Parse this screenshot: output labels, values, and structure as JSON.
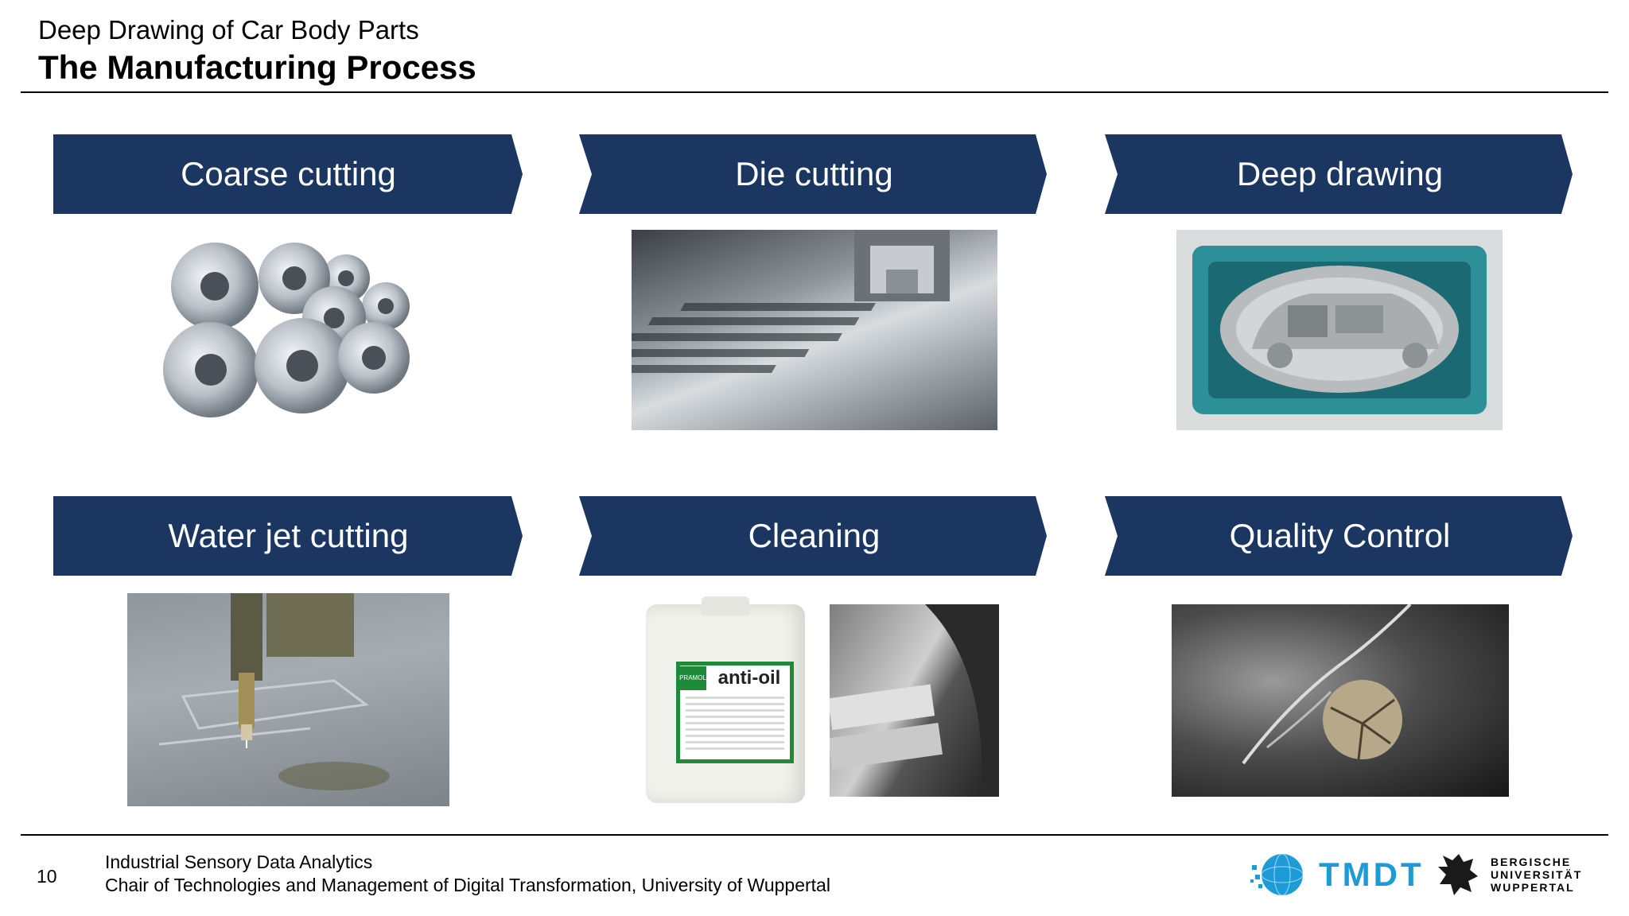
{
  "header": {
    "subtitle": "Deep Drawing of Car Body Parts",
    "title": "The Manufacturing Process"
  },
  "steps": [
    {
      "label": "Coarse cutting"
    },
    {
      "label": "Die cutting"
    },
    {
      "label": "Deep drawing"
    },
    {
      "label": "Water jet cutting"
    },
    {
      "label": "Cleaning"
    },
    {
      "label": "Quality Control"
    }
  ],
  "images": {
    "cleaning_product_label": "anti-oil",
    "cleaning_product_brand": "PRAMOL"
  },
  "footer": {
    "page_number": "10",
    "line1": "Industrial Sensory Data Analytics",
    "line2": "Chair of Technologies and Management of Digital Transformation, University of Wuppertal",
    "logo_tmdt": "TMDT",
    "logo_buw_line1": "BERGISCHE",
    "logo_buw_line2": "UNIVERSITÄT",
    "logo_buw_line3": "WUPPERTAL"
  },
  "colors": {
    "chevron": "#1a3661",
    "tmdt_blue": "#1d9bd6"
  }
}
